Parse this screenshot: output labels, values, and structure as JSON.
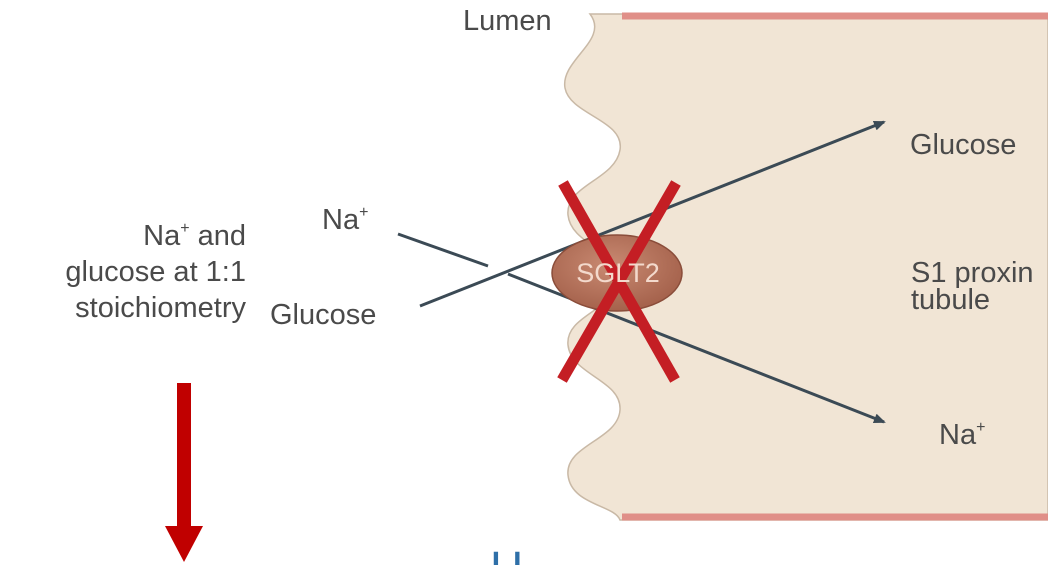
{
  "labels": {
    "lumen": "Lumen",
    "glucose_out": "Glucose",
    "na_in": "Na",
    "na_in_sup": "+",
    "glucose_in": "Glucose",
    "transporter": "SGLT2",
    "tubule_line1": "S1 proxin",
    "tubule_line2": "tubule",
    "na_out": "Na",
    "na_out_sup": "+",
    "stoich_line1_pre": "Na",
    "stoich_line1_sup": "+",
    "stoich_line1_post": " and",
    "stoich_line2": "glucose at 1:1",
    "stoich_line3": "stoichiometry",
    "cut_off_text": "H"
  },
  "colors": {
    "cell_fill": "#f1e5d5",
    "membrane_edge": "#e08f88",
    "transporter_fill": "#b8735d",
    "arrow": "#3b4a55",
    "cross": "#c41e24",
    "down_arrow": "#c00000",
    "text": "#4a4a4a"
  },
  "annotations": {
    "transporter_blocked": true,
    "down_arrow": true
  }
}
